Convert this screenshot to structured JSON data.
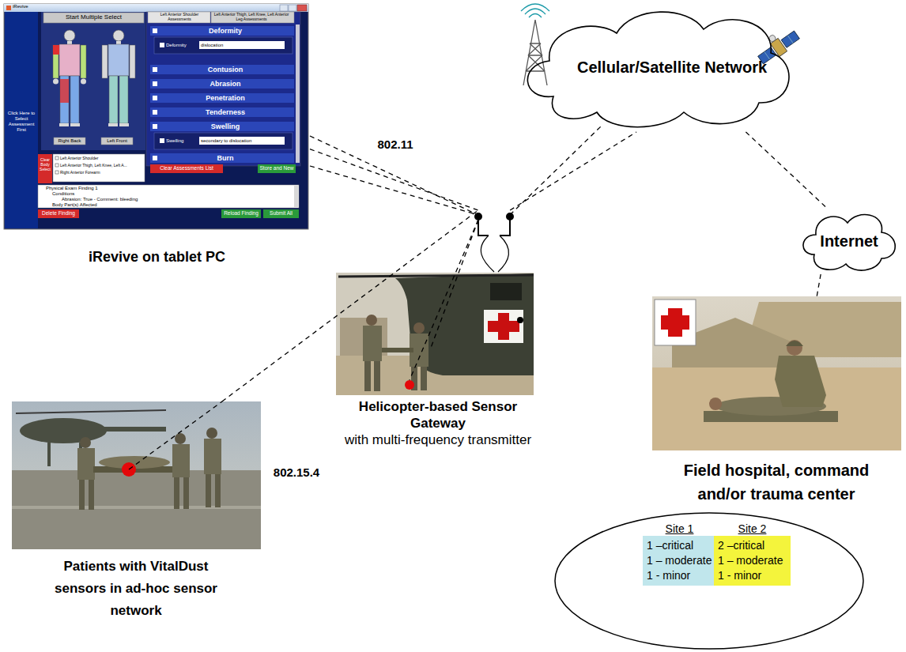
{
  "diagram": {
    "nodes": [
      {
        "text": [
          "iRevive on tablet PC"
        ]
      },
      {
        "text": [
          "Cellular/Satellite Network"
        ]
      },
      {
        "text": [
          "Internet"
        ]
      },
      {
        "text": [
          "Patients with VitalDust sensors in ad-hoc sensor network"
        ]
      },
      {
        "text": [
          "Helicopter-based Sensor Gateway",
          "with multi-frequency transmitter"
        ]
      },
      {
        "text": [
          "Field hospital, command and/or trauma center"
        ]
      },
      {
        "text": [
          "Site 1",
          "1 –critical",
          "1 – moderate",
          "1 - minor"
        ]
      },
      {
        "text": [
          "Site 2",
          "2 –critical",
          "1 – moderate",
          "1 - minor"
        ]
      }
    ],
    "edges": [
      {
        "from": 0,
        "to": 4,
        "label": "802.11",
        "arrow": "none"
      },
      {
        "from": 3,
        "to": 4,
        "label": "802.15.4",
        "arrow": "none"
      },
      {
        "from": 4,
        "to": 1,
        "arrow": "none"
      },
      {
        "from": 1,
        "to": 2,
        "arrow": "none"
      },
      {
        "from": 2,
        "to": 5,
        "arrow": "none"
      }
    ],
    "labels": [
      "iRevive",
      "Start Multiple Select",
      "Left Anterior Shoulder Assessments",
      "Left Anterior Thigh, Left Knee, Left Anterior Leg Assessments",
      "Deformity",
      "Deformity",
      "dislocation",
      "Contusion",
      "Abrasion",
      "Penetration",
      "Tenderness",
      "Swelling",
      "Swelling",
      "secondary to dislocation",
      "Burn",
      "Click Here to Select Assessment First",
      "Right Back",
      "Left Front",
      "Clear Body Select",
      "Left Anterior Shoulder",
      "Left Anterior Thigh, Left Knee, Left A...",
      "Right Anterior Forearm",
      "Clear Assessments List",
      "Store and New",
      "Physical Exam Finding 1",
      "Conditions",
      "Abrasion: True - Comment: bleeding",
      "Body Part(s) Affected",
      "Delete Finding",
      "Reload Finding",
      "Submit All"
    ]
  }
}
